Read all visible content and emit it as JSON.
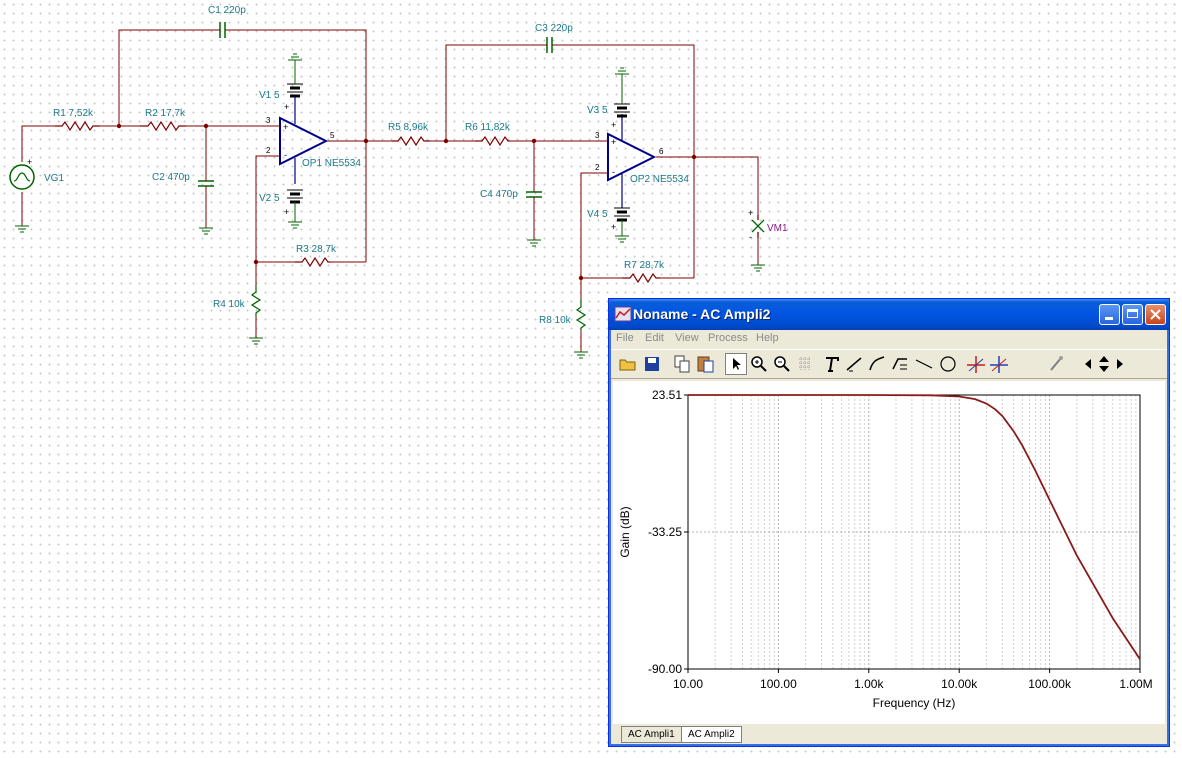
{
  "schematic": {
    "components": [
      {
        "id": "r1",
        "label": "R1 7,52k"
      },
      {
        "id": "r2",
        "label": "R2 17,7k"
      },
      {
        "id": "r3",
        "label": "R3 28,7k"
      },
      {
        "id": "r4",
        "label": "R4 10k"
      },
      {
        "id": "r5",
        "label": "R5 8,96k"
      },
      {
        "id": "r6",
        "label": "R6 11,82k"
      },
      {
        "id": "r7",
        "label": "R7 28,7k"
      },
      {
        "id": "r8",
        "label": "R8 10k"
      },
      {
        "id": "c1",
        "label": "C1 220p"
      },
      {
        "id": "c2",
        "label": "C2 470p"
      },
      {
        "id": "c3",
        "label": "C3 220p"
      },
      {
        "id": "c4",
        "label": "C4 470p"
      },
      {
        "id": "v1",
        "label": "V1 5"
      },
      {
        "id": "v2",
        "label": "V2 5"
      },
      {
        "id": "v3",
        "label": "V3 5"
      },
      {
        "id": "v4",
        "label": "V4 5"
      },
      {
        "id": "op1",
        "label": "OP1 NE5534"
      },
      {
        "id": "op2",
        "label": "OP2 NE5534"
      },
      {
        "id": "vg1",
        "label": "VG1"
      },
      {
        "id": "vm1",
        "label": "VM1"
      }
    ],
    "pins": {
      "op1_in_plus": "3",
      "op1_in_minus": "2",
      "op1_out": "5",
      "op2_in_plus": "3",
      "op2_in_minus": "2",
      "op2_out": "6"
    },
    "signs": {
      "plus": "+",
      "minus": "-"
    },
    "colors": {
      "wire": "#800000",
      "component": "#00008b",
      "label": "#1a7a8a",
      "ground": "#008000"
    }
  },
  "window": {
    "title": "Noname - AC Ampli2",
    "menu": [
      "File",
      "Edit",
      "View",
      "Process",
      "Help"
    ],
    "toolbar": [
      "open-icon",
      "save-icon",
      "copy-icon",
      "paste-icon",
      "pointer-icon",
      "zoom-in-icon",
      "zoom-out-icon",
      "grid-icon",
      "text-icon",
      "line-tool-icon",
      "curve-tool-icon",
      "bezier-tool-icon",
      "line-icon",
      "circle-icon",
      "cursor-a-icon",
      "cursor-b-icon",
      "blank-icon",
      "probe-icon",
      "arrow-left-icon",
      "arrow-up-down-icon",
      "arrow-right-icon"
    ],
    "tabs": [
      "AC Ampli1",
      "AC Ampli2"
    ],
    "active_tab": 1
  },
  "chart_data": {
    "type": "line",
    "xscale": "log",
    "xlim": [
      10,
      1000000
    ],
    "ylim": [
      -90.0,
      23.51
    ],
    "xticks": [
      "10.00",
      "100.00",
      "1.00k",
      "10.00k",
      "100.00k",
      "1.00M"
    ],
    "yticks": [
      "23.51",
      "-33.25",
      "-90.00"
    ],
    "xlabel": "Frequency (Hz)",
    "ylabel": "Gain (dB)",
    "grid": true,
    "series": [
      {
        "color": "#8b1a1a",
        "x": [
          10,
          100,
          1000,
          5000,
          10000,
          15000,
          20000,
          25000,
          30000,
          40000,
          50000,
          70000,
          100000,
          200000,
          500000,
          1000000
        ],
        "y": [
          23.51,
          23.51,
          23.51,
          23.4,
          22.9,
          21.8,
          20.0,
          17.6,
          14.8,
          8.5,
          2.5,
          -8,
          -20,
          -43,
          -69,
          -86
        ]
      }
    ]
  }
}
